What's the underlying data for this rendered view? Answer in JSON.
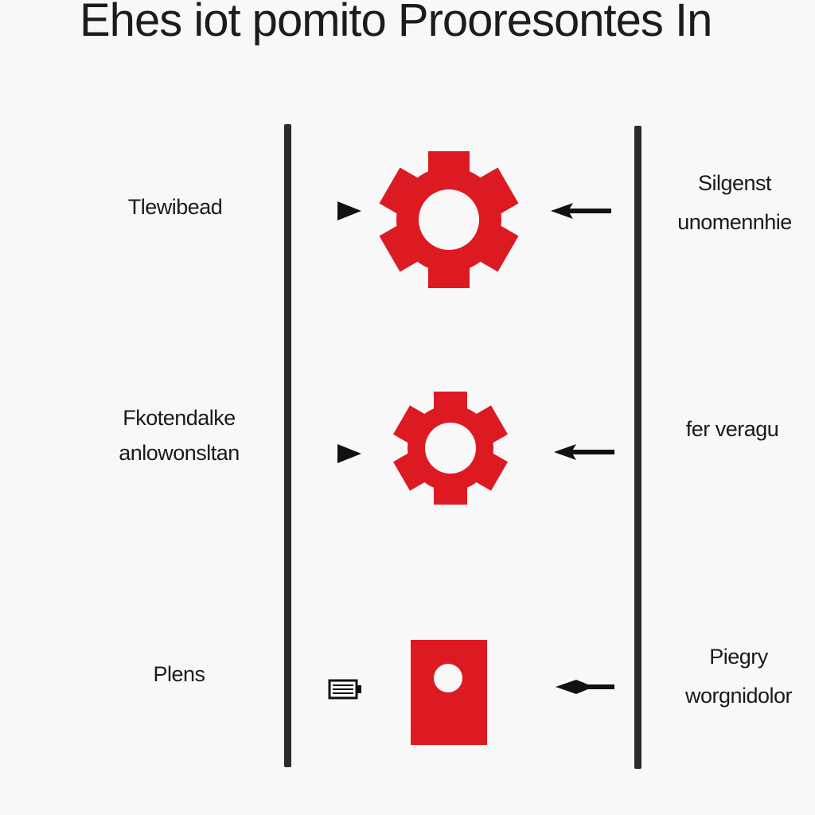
{
  "title": "Ehes iot pomito Prooresontes In",
  "accent_color": "#dd1a22",
  "rows": [
    {
      "left_lines": [
        "Tlewibead"
      ],
      "icon": "gear-icon",
      "right_lines": [
        "Silgenst",
        "unomennhie"
      ]
    },
    {
      "left_lines": [
        "Fkotendalke",
        "anlowonsltan"
      ],
      "icon": "gear-icon",
      "right_lines": [
        "fer veragu"
      ]
    },
    {
      "left_lines": [
        "Plens"
      ],
      "icon": "document-icon",
      "right_lines": [
        "Piegry",
        "worgnidolor"
      ]
    }
  ]
}
